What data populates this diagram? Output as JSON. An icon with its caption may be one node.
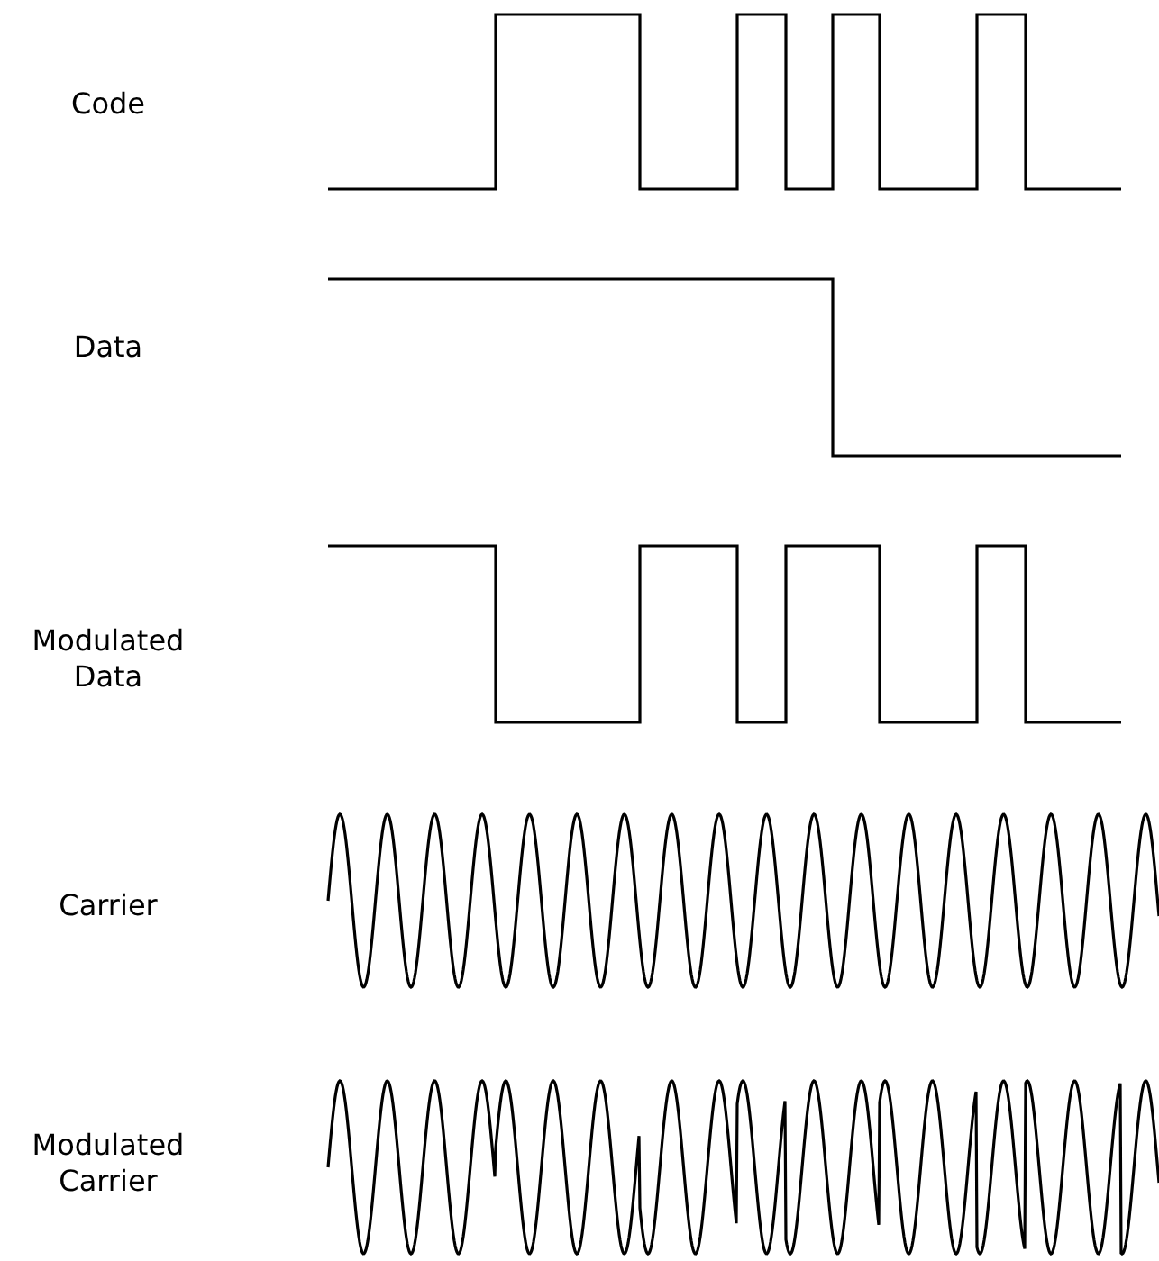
{
  "diagram": {
    "labels": [
      "Code",
      "Data",
      "Modulated Data",
      "Carrier",
      "Modulated Carrier"
    ]
  }
}
